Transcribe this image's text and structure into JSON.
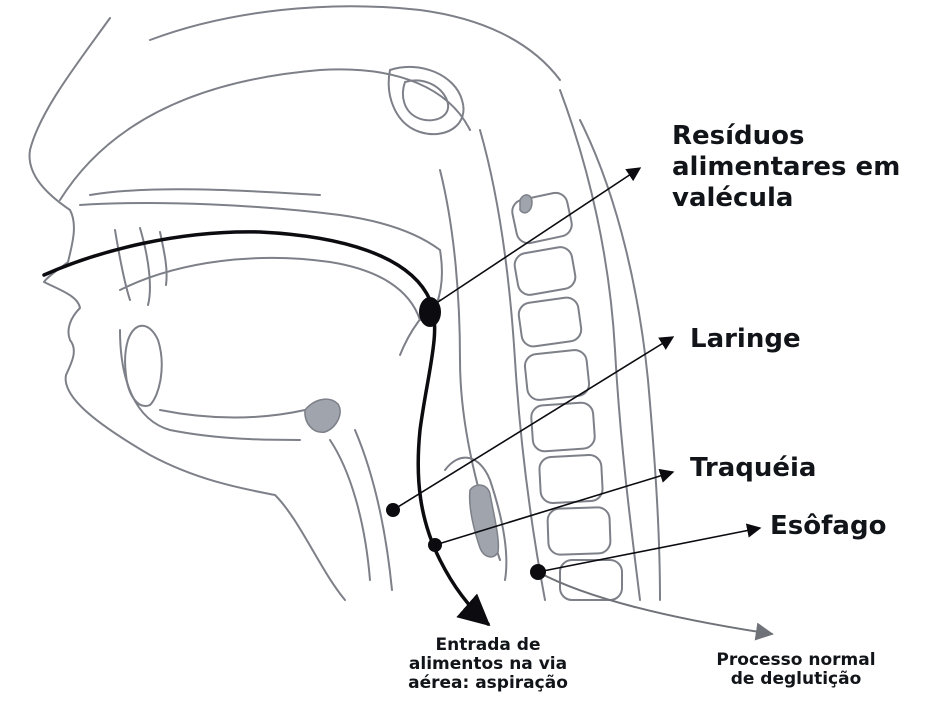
{
  "labels": {
    "residuos": [
      "Resíduos",
      "alimentares em",
      "valécula"
    ],
    "laringe": "Laringe",
    "traqueia": "Traquéia",
    "esofago": "Esôfago",
    "aspiracao": [
      "Entrada de",
      "alimentos na via",
      "aérea: aspiração"
    ],
    "normal": [
      "Processo normal",
      "de deglutição"
    ]
  },
  "colors": {
    "outline": "#7d8088",
    "ink": "#0b0b10",
    "fill_gray": "#9fa4ad",
    "normal_arrow": "#6f7278"
  }
}
